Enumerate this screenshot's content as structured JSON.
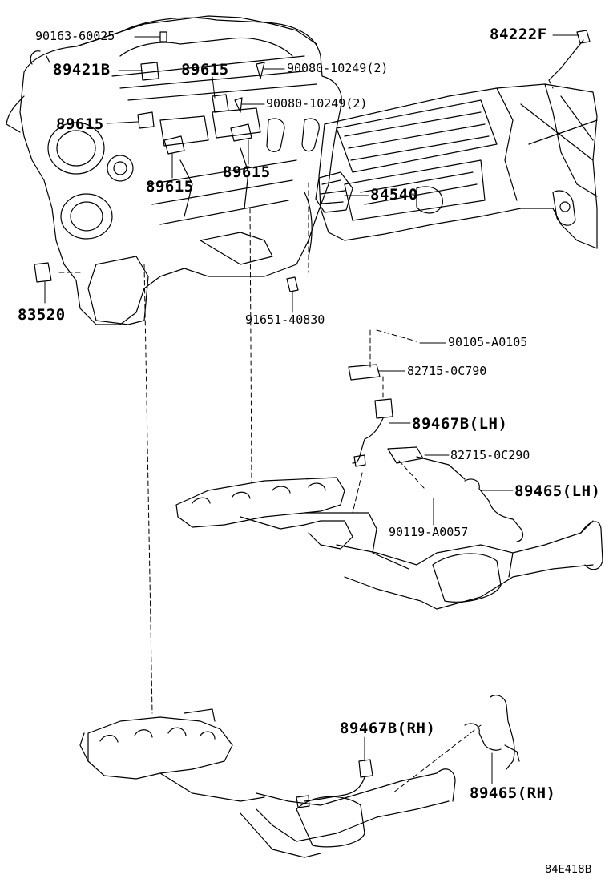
{
  "labels": {
    "p90163": "90163-60025",
    "p84222f": "84222F",
    "p89421b": "89421B",
    "p89615_top": "89615",
    "p90080_a": "90080-10249(2)",
    "p90080_b": "90080-10249(2)",
    "p89615_left": "89615",
    "p89615_mid": "89615",
    "p89615_low": "89615",
    "p84540": "84540",
    "p83520": "83520",
    "p91651": "91651-40830",
    "p90105": "90105-A0105",
    "p82715_0c790": "82715-0C790",
    "p89467b_lh": "89467B(LH)",
    "p82715_0c290": "82715-0C290",
    "p89465_lh": "89465(LH)",
    "p90119": "90119-A0057",
    "p89467b_rh": "89467B(RH)",
    "p89465_rh": "89465(RH)"
  },
  "ref_code": "84E418B"
}
